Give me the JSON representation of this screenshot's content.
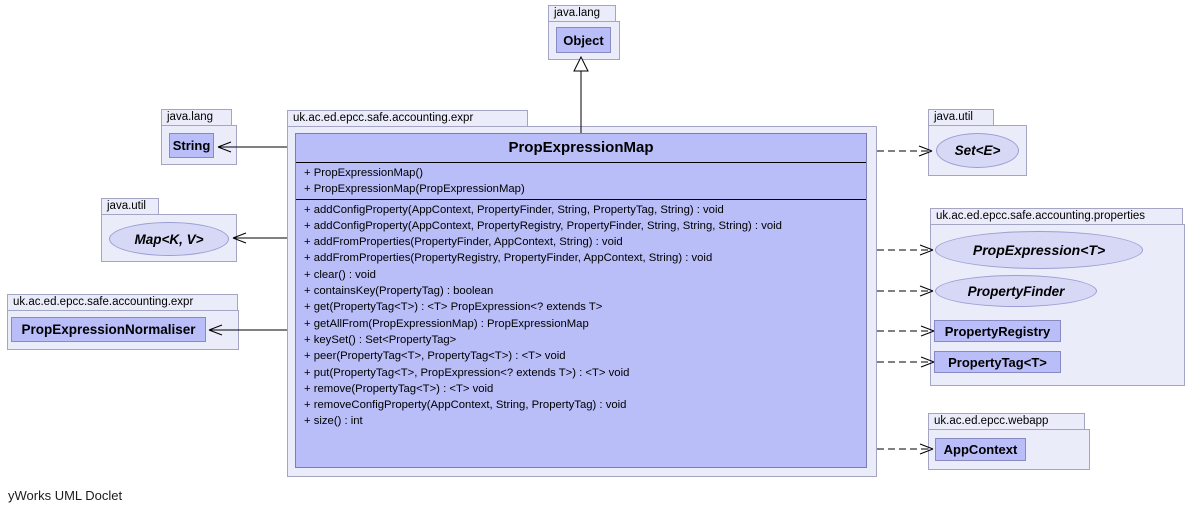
{
  "footer": "yWorks UML Doclet",
  "colors": {
    "class_fill": "#b9bdf8",
    "interface_fill": "#d6d8f6",
    "package_fill": "#ebecfa",
    "edge_color": "#000000"
  },
  "packages": {
    "java_lang_top": {
      "label": "java.lang"
    },
    "java_lang_left": {
      "label": "java.lang"
    },
    "java_util_left": {
      "label": "java.util"
    },
    "expr_left": {
      "label": "uk.ac.ed.epcc.safe.accounting.expr"
    },
    "expr_main": {
      "label": "uk.ac.ed.epcc.safe.accounting.expr"
    },
    "java_util_right": {
      "label": "java.util"
    },
    "properties": {
      "label": "uk.ac.ed.epcc.safe.accounting.properties"
    },
    "webapp": {
      "label": "uk.ac.ed.epcc.webapp"
    }
  },
  "nodes": {
    "object": "Object",
    "string": "String",
    "map": "Map<K, V>",
    "prop_expression_normaliser": "PropExpressionNormaliser",
    "set": "Set<E>",
    "prop_expression": "PropExpression<T>",
    "property_finder": "PropertyFinder",
    "property_registry": "PropertyRegistry",
    "property_tag": "PropertyTag<T>",
    "app_context": "AppContext"
  },
  "main_class": {
    "name": "PropExpressionMap",
    "constructors": [
      "+ PropExpressionMap()",
      "+ PropExpressionMap(PropExpressionMap)"
    ],
    "methods": [
      "+ addConfigProperty(AppContext, PropertyFinder, String, PropertyTag, String) : void",
      "+ addConfigProperty(AppContext, PropertyRegistry, PropertyFinder, String, String, String) : void",
      "+ addFromProperties(PropertyFinder, AppContext, String) : void",
      "+ addFromProperties(PropertyRegistry, PropertyFinder, AppContext, String) : void",
      "+ clear() : void",
      "+ containsKey(PropertyTag) : boolean",
      "+ get(PropertyTag<T>) : <T> PropExpression<? extends T>",
      "+ getAllFrom(PropExpressionMap) : PropExpressionMap",
      "+ keySet() : Set<PropertyTag>",
      "+ peer(PropertyTag<T>, PropertyTag<T>) : <T> void",
      "+ put(PropertyTag<T>, PropExpression<? extends T>) : <T> void",
      "+ remove(PropertyTag<T>) : <T> void",
      "+ removeConfigProperty(AppContext, String, PropertyTag) : void",
      "+ size() : int"
    ]
  }
}
